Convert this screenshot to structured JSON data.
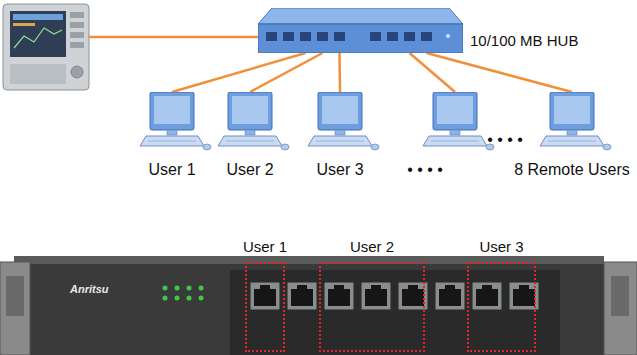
{
  "diagram": {
    "nodes": [
      {
        "text": [
          "10/100 MB HUB"
        ]
      },
      {
        "text": [
          "User 1"
        ]
      },
      {
        "text": [
          "User 2"
        ]
      },
      {
        "text": [
          "User 3"
        ]
      },
      {
        "text": [
          "8 Remote Users"
        ]
      },
      {
        "text": [
          "User 1"
        ]
      },
      {
        "text": [
          "User 2"
        ]
      },
      {
        "text": [
          "User 3"
        ]
      }
    ],
    "edges": [
      {
        "from": 0,
        "to": 1,
        "arrow": "none"
      },
      {
        "from": 0,
        "to": 2,
        "arrow": "none"
      },
      {
        "from": 0,
        "to": 3,
        "arrow": "none"
      },
      {
        "from": 0,
        "to": 4,
        "arrow": "none"
      }
    ],
    "labels": [
      "• • • •",
      "• • • •",
      "Anritsu"
    ]
  }
}
